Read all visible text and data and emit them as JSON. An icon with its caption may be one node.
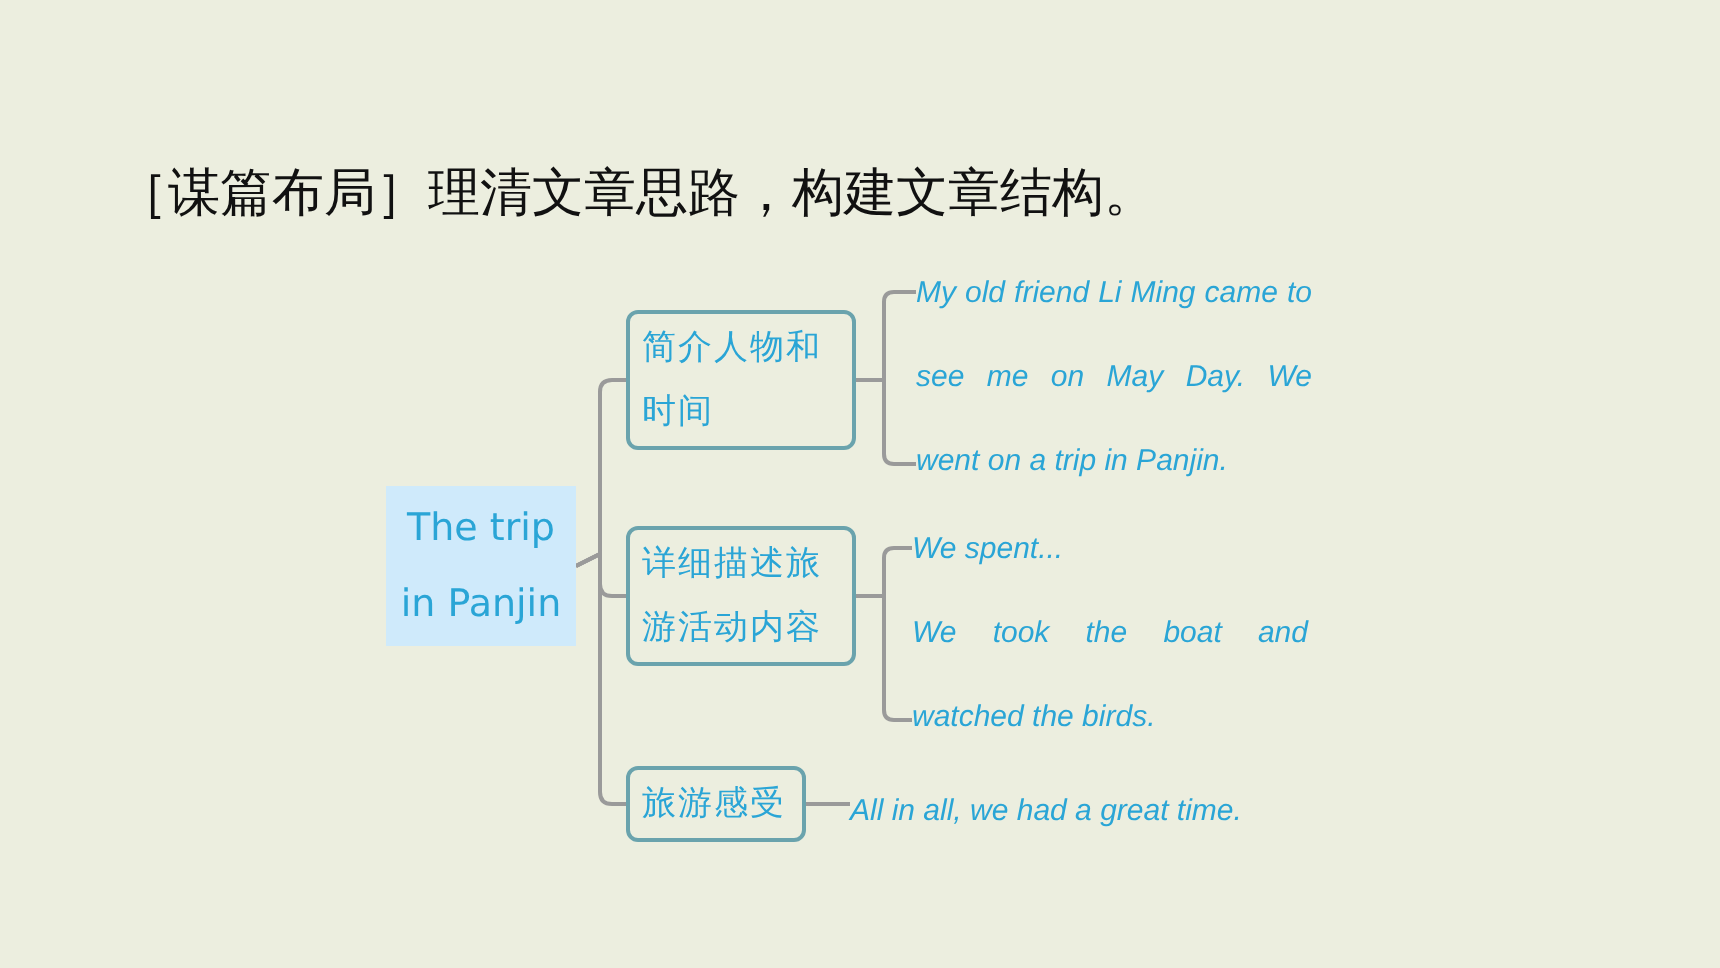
{
  "diagram": {
    "title": "［谋篇布局］理清文章思路，构建文章结构。",
    "nodes": [
      {
        "text": [
          "The trip in Panjin"
        ]
      },
      {
        "text": [
          "简介人物和时间"
        ]
      },
      {
        "text": [
          "详细描述旅游活动内容"
        ]
      },
      {
        "text": [
          "旅游感受"
        ]
      },
      {
        "text": [
          "My old friend Li Ming came to see me on May Day. We went on a trip in Panjin."
        ]
      },
      {
        "text": [
          "We spent...",
          "We took the boat and watched the birds."
        ]
      },
      {
        "text": [
          "All in all, we had a great time."
        ]
      }
    ],
    "edges": [
      {
        "from": 0,
        "to": 1,
        "arrow": "none"
      },
      {
        "from": 0,
        "to": 2,
        "arrow": "none"
      },
      {
        "from": 0,
        "to": 3,
        "arrow": "none"
      },
      {
        "from": 1,
        "to": 4,
        "arrow": "none"
      },
      {
        "from": 2,
        "to": 5,
        "arrow": "none"
      },
      {
        "from": 3,
        "to": 6,
        "arrow": "none"
      }
    ]
  }
}
